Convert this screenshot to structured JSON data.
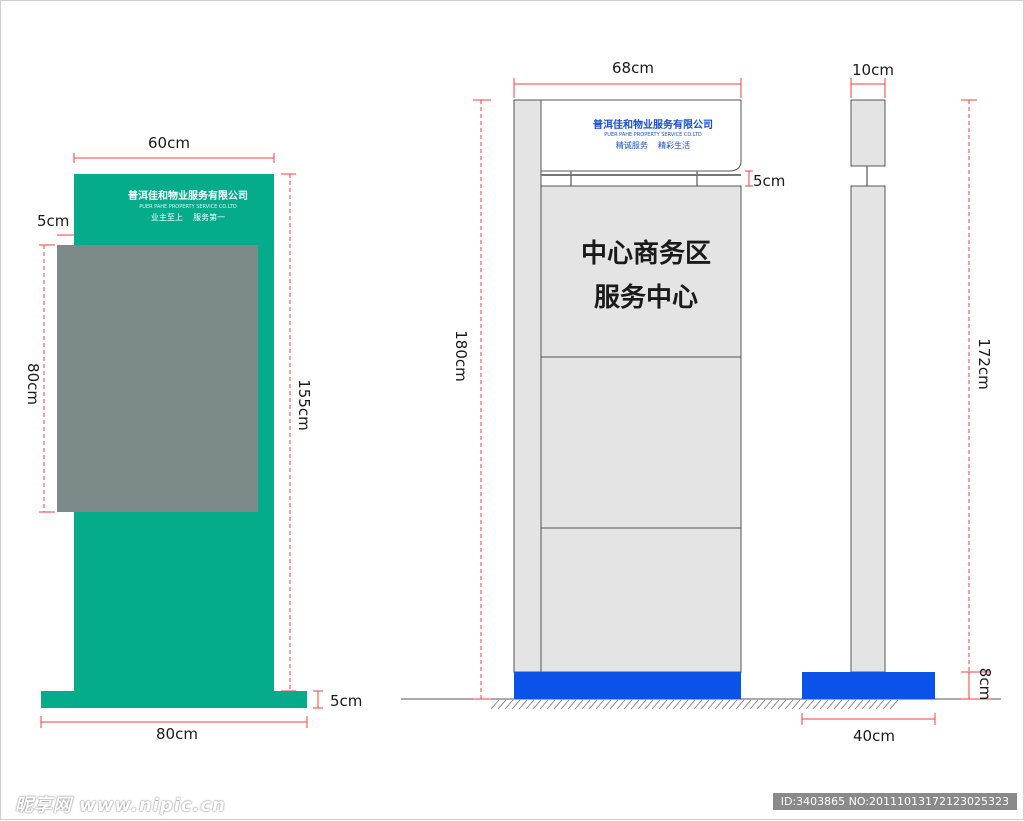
{
  "sign_a": {
    "company_name": "普洱佳和物业服务有限公司",
    "company_name_en": "PUER PAHE PROPERTY SERVICE CO.LTD",
    "slogan": "业主至上    服务第一",
    "dims": {
      "width": "60cm",
      "margin": "5cm",
      "panel_height": "80cm",
      "height": "155cm",
      "base_height": "5cm",
      "base_width": "80cm"
    },
    "colors": {
      "board": "#04ac8c",
      "panel": "#7c8a8a"
    }
  },
  "sign_b": {
    "company_name": "普洱佳和物业服务有限公司",
    "company_name_en": "PUER PAHE PROPERTY SERVICE CO.LTD",
    "slogan": "精诚服务    精彩生活",
    "title_line1": "中心商务区",
    "title_line2": "服务中心",
    "dims": {
      "width": "68cm",
      "gap": "5cm",
      "height": "180cm"
    },
    "colors": {
      "board": "#e4e4e4",
      "base": "#0a52e8",
      "header_text": "#1a4fd0"
    }
  },
  "side_view": {
    "dims": {
      "depth": "10cm",
      "height": "172cm",
      "base_height": "8cm",
      "base_width": "40cm"
    }
  },
  "watermark": {
    "site": "昵享网 www.nipic.cn",
    "id_text": "ID:3403865 NO:20111013172123025323"
  }
}
